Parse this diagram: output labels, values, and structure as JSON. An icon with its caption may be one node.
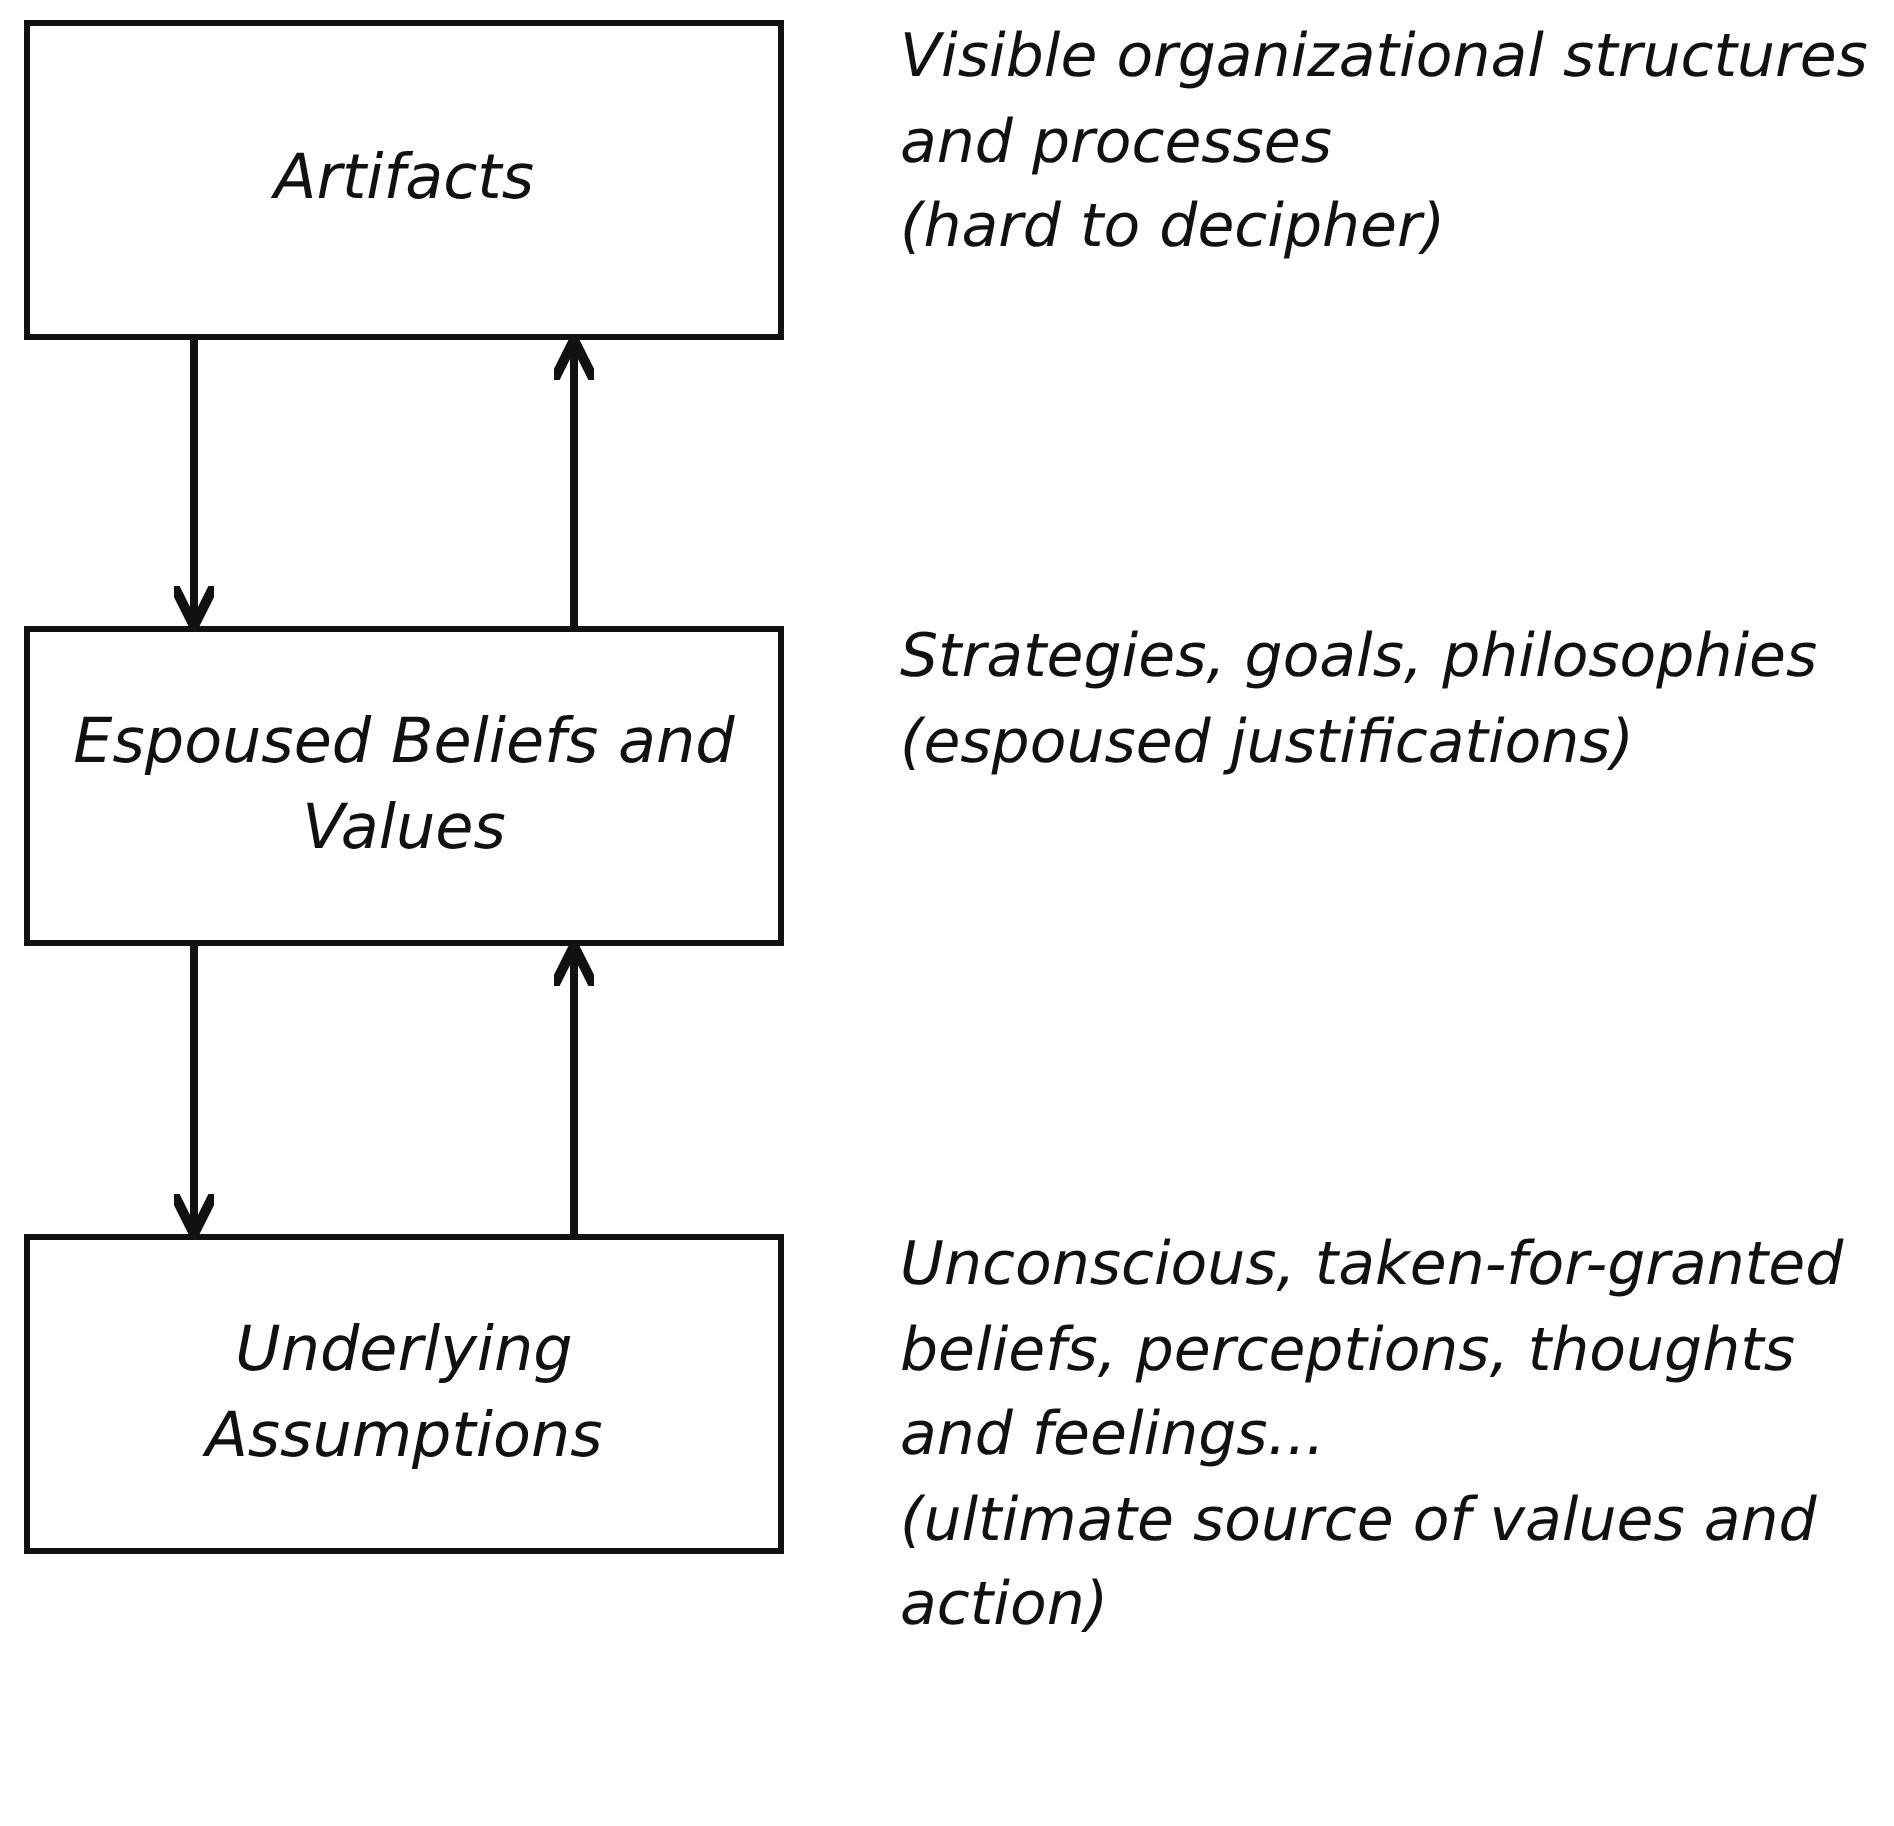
{
  "diagram": {
    "nodes": [
      {
        "text": [
          "Artifacts"
        ],
        "beside": [
          "Visible organizational structures and processes",
          "(hard to decipher)"
        ]
      },
      {
        "text": [
          "Espoused Beliefs and Values"
        ],
        "beside": [
          "Strategies, goals, philosophies",
          "(espoused justifications)"
        ]
      },
      {
        "text": [
          "Underlying Assumptions"
        ],
        "beside": [
          "Unconscious, taken-for-granted beliefs, perceptions, thoughts and feelings...",
          "(ultimate source of values and action)"
        ]
      }
    ],
    "edges": [
      {
        "from": 0,
        "to": 1,
        "arrow": "to"
      },
      {
        "from": 1,
        "to": 0,
        "arrow": "to"
      },
      {
        "from": 1,
        "to": 2,
        "arrow": "to"
      },
      {
        "from": 2,
        "to": 1,
        "arrow": "to"
      }
    ]
  }
}
